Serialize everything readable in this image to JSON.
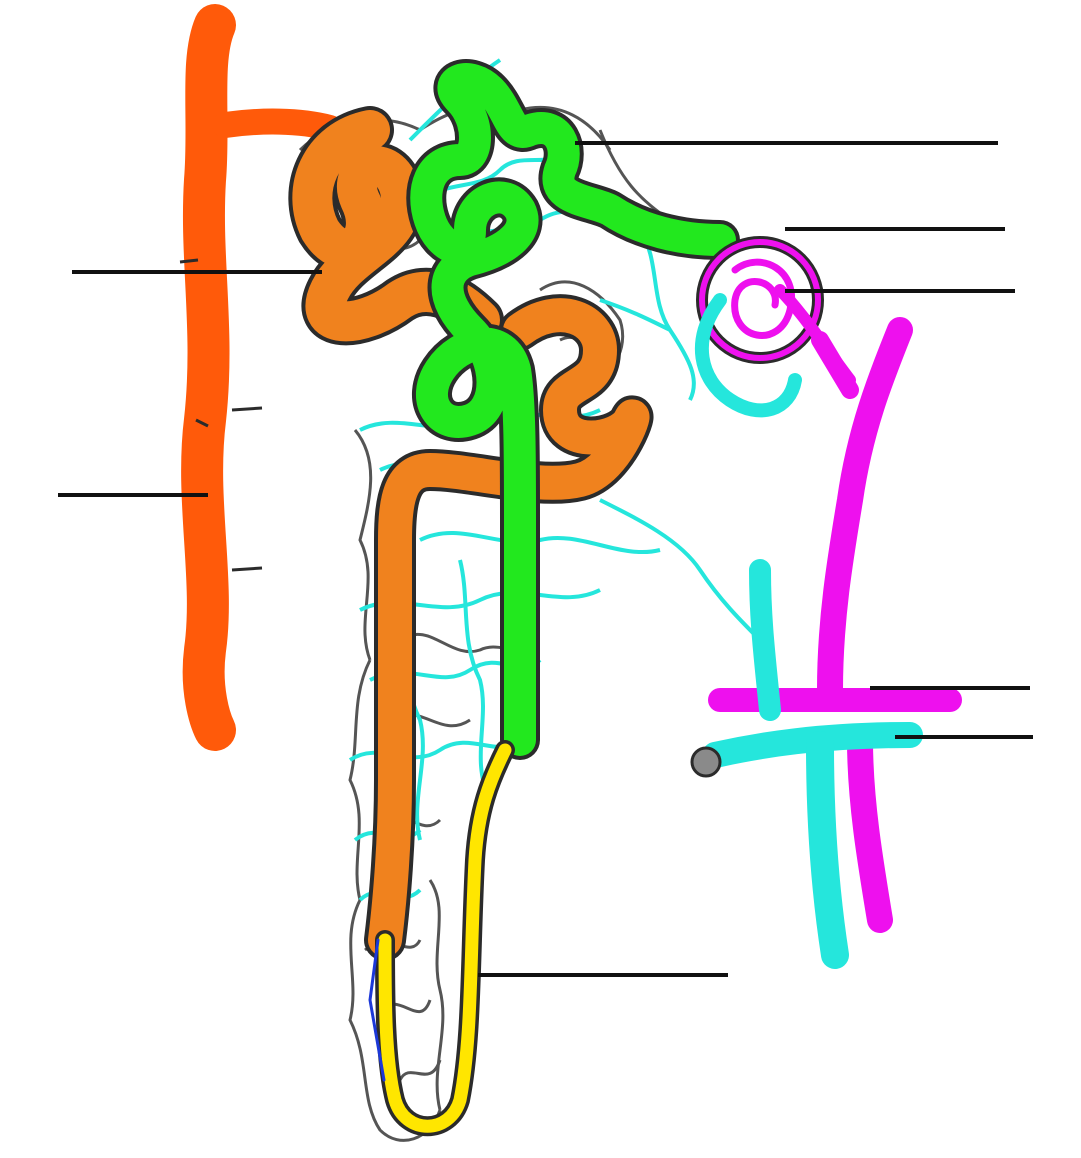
{
  "diagram": {
    "subject": "nephron",
    "colors": {
      "collecting_duct": "#ff5a0a",
      "proximal_tubule": "#f0821e",
      "distal_tubule": "#22e81e",
      "loop_of_henle": "#ffe600",
      "peritubular_vessel": "#25e6dc",
      "afferent_vessel": "#ee10ee",
      "outline": "#2b2b2b",
      "capillary_net": "#555555",
      "label_line": "#111111"
    },
    "labels": [
      {
        "id": "label-1",
        "text": ""
      },
      {
        "id": "label-2",
        "text": ""
      },
      {
        "id": "label-3",
        "text": ""
      },
      {
        "id": "label-4",
        "text": ""
      },
      {
        "id": "label-5",
        "text": ""
      },
      {
        "id": "label-6",
        "text": ""
      },
      {
        "id": "label-7",
        "text": ""
      },
      {
        "id": "label-8",
        "text": ""
      },
      {
        "id": "label-9",
        "text": ""
      }
    ]
  }
}
